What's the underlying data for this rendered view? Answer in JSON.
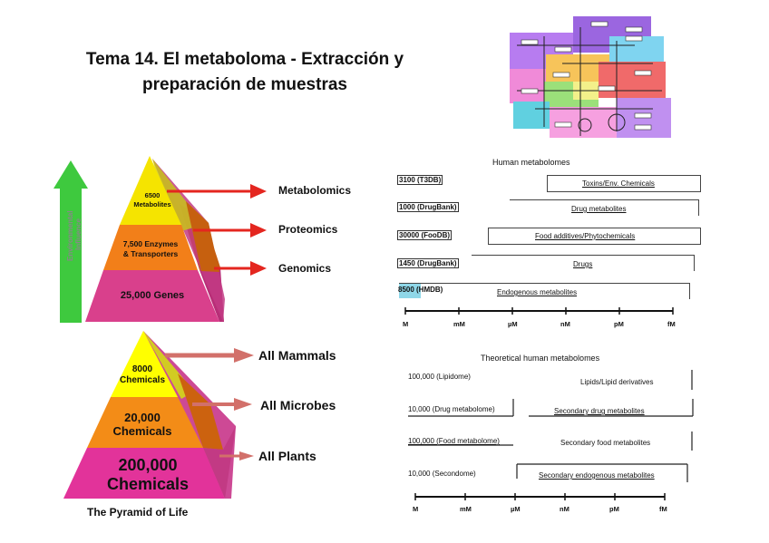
{
  "title": {
    "line1": "Tema 14. El metaboloma - Extracción y",
    "line2": "preparación de muestras"
  },
  "top_pyramid": {
    "tiers": [
      {
        "value": "6500",
        "name": "Metabolites",
        "color": "#f5e400"
      },
      {
        "value": "7,500 Enzymes",
        "name": "& Transporters",
        "color": "#f27f19"
      },
      {
        "value": "25,000 Genes",
        "name": "",
        "color": "#d9408c"
      }
    ],
    "arrow_label": "Environmental influence",
    "arrow_label_line1": "Environmental",
    "arrow_label_line2": "Influence",
    "targets": [
      "Metabolomics",
      "Proteomics",
      "Genomics"
    ]
  },
  "bottom_pyramid": {
    "tiers": [
      {
        "value": "8000",
        "name": "Chemicals"
      },
      {
        "value": "20,000",
        "name": "Chemicals"
      },
      {
        "value": "200,000",
        "name": "Chemicals"
      }
    ],
    "targets": [
      "All Mammals",
      "All Microbes",
      "All Plants"
    ],
    "caption": "The Pyramid of Life"
  },
  "human_metabolomes": {
    "title": "Human metabolomes",
    "rows": [
      {
        "label": "3100 (T3DB)",
        "text": "Toxins/Env. Chemicals"
      },
      {
        "label": "1000 (DrugBank)",
        "text": "Drug metabolites"
      },
      {
        "label": "30000 (FooDB)",
        "text": "Food additives/Phytochemicals"
      },
      {
        "label": "1450 (DrugBank)",
        "text": "Drugs"
      },
      {
        "label": "8500 (HMDB)",
        "text": "Endogenous metabolites"
      }
    ],
    "axis": [
      "M",
      "mM",
      "µM",
      "nM",
      "pM",
      "fM"
    ]
  },
  "theoretical_metabolomes": {
    "title": "Theoretical human metabolomes",
    "rows": [
      {
        "label": "100,000 (Lipidome)",
        "text": "Lipids/Lipid derivatives"
      },
      {
        "label": "10,000 (Drug metabolome)",
        "text": "Secondary drug metabolites"
      },
      {
        "label": "100,000 (Food metabolome)",
        "text": "Secondary food metabolites"
      },
      {
        "label": "10,000 (Secondome)",
        "text": "Secondary endogenous metabolites"
      }
    ],
    "axis": [
      "M",
      "mM",
      "µM",
      "nM",
      "pM",
      "fM"
    ]
  }
}
